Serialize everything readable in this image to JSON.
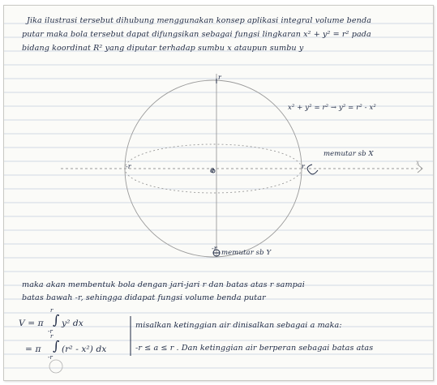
{
  "intro": {
    "line1": "Jika ilustrasi tersebut dihubung menggunakan konsep aplikasi integral volume benda",
    "line2": "putar maka bola tersebut dapat difungsikan sebagai fungsi lingkaran x² + y² = r² pada",
    "line3": "bidang koordinat R² yang diputar terhadap sumbu x ataupun sumbu y"
  },
  "figure": {
    "label_top_r": "r",
    "label_left_r": "-r",
    "label_right_r": "r",
    "label_bottom_r": "-r",
    "label_origin": "0",
    "label_x": "x",
    "equation": "x² + y² = r² → y² = r² - x²",
    "rotate_x": "memutar sb X",
    "rotate_y": "memutar sb Y"
  },
  "body": {
    "line1": "maka akan membentuk bola dengan jari-jari r dan batas atas r sampai",
    "line2": "batas bawah -r, sehingga didapat fungsi volume benda putar"
  },
  "formula": {
    "v_lhs": "V = π",
    "v_upper": "r",
    "v_lower": "-r",
    "v_integrand": "y² dx",
    "eq_lhs": "= π",
    "eq_upper": "r",
    "eq_lower": "-r",
    "eq_integrand": "(r² - x²) dx",
    "note1": "misalkan ketinggian air dinisalkan sebagai a maka:",
    "note2": "-r ≤ a ≤ r . Dan ketinggian air berperan sebagai batas atas"
  },
  "colors": {
    "ink": "#1f2a44",
    "rule": "#b9c3d6",
    "pencil": "#8e8e8e"
  }
}
